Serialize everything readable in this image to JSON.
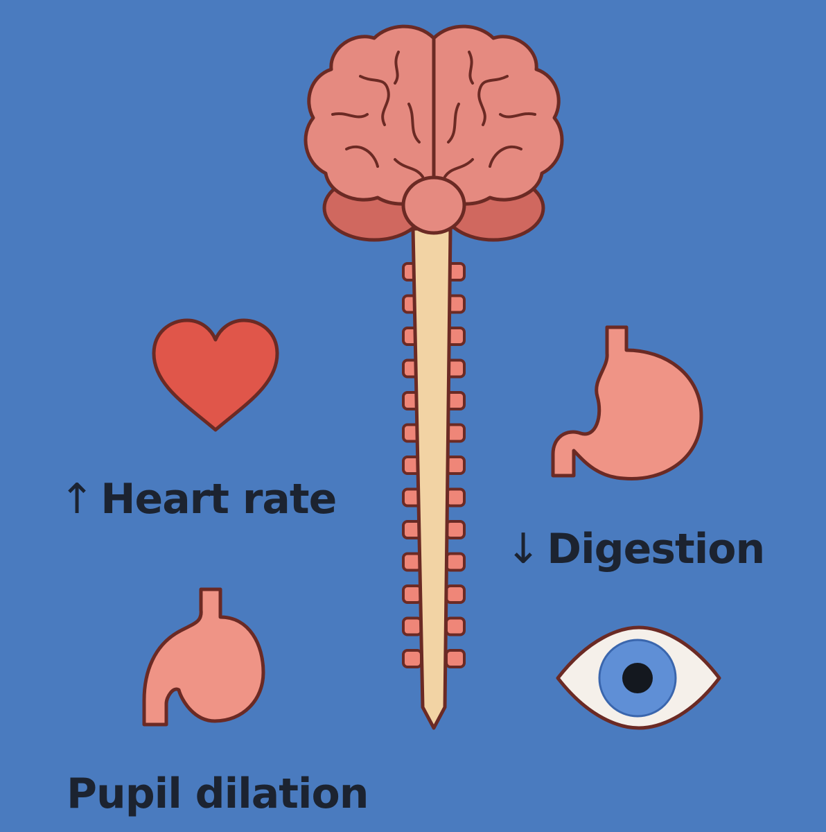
{
  "colors": {
    "background": "#4a7bbf",
    "outline": "#6b2a24",
    "brain": "#e58a80",
    "brain_lobe": "#d0685f",
    "heart": "#e0564a",
    "organ": "#ef9486",
    "spinal_cord": "#f2d3a4",
    "vertebra": "#ef8678",
    "iris": "#5f8fd6",
    "pupil": "#14181f",
    "sclera": "#f5f0ea",
    "text": "#1c2330"
  },
  "icons": [
    "brain-icon",
    "spinal-cord-icon",
    "heart-icon",
    "stomach-icon",
    "stomach-icon",
    "eye-icon"
  ],
  "labels": {
    "heart_arrow": "↑",
    "heart_text": "Heart rate",
    "digestion_arrow": "↓",
    "digestion_text": "Digestion",
    "pupil_text": "Pupil dilation"
  }
}
